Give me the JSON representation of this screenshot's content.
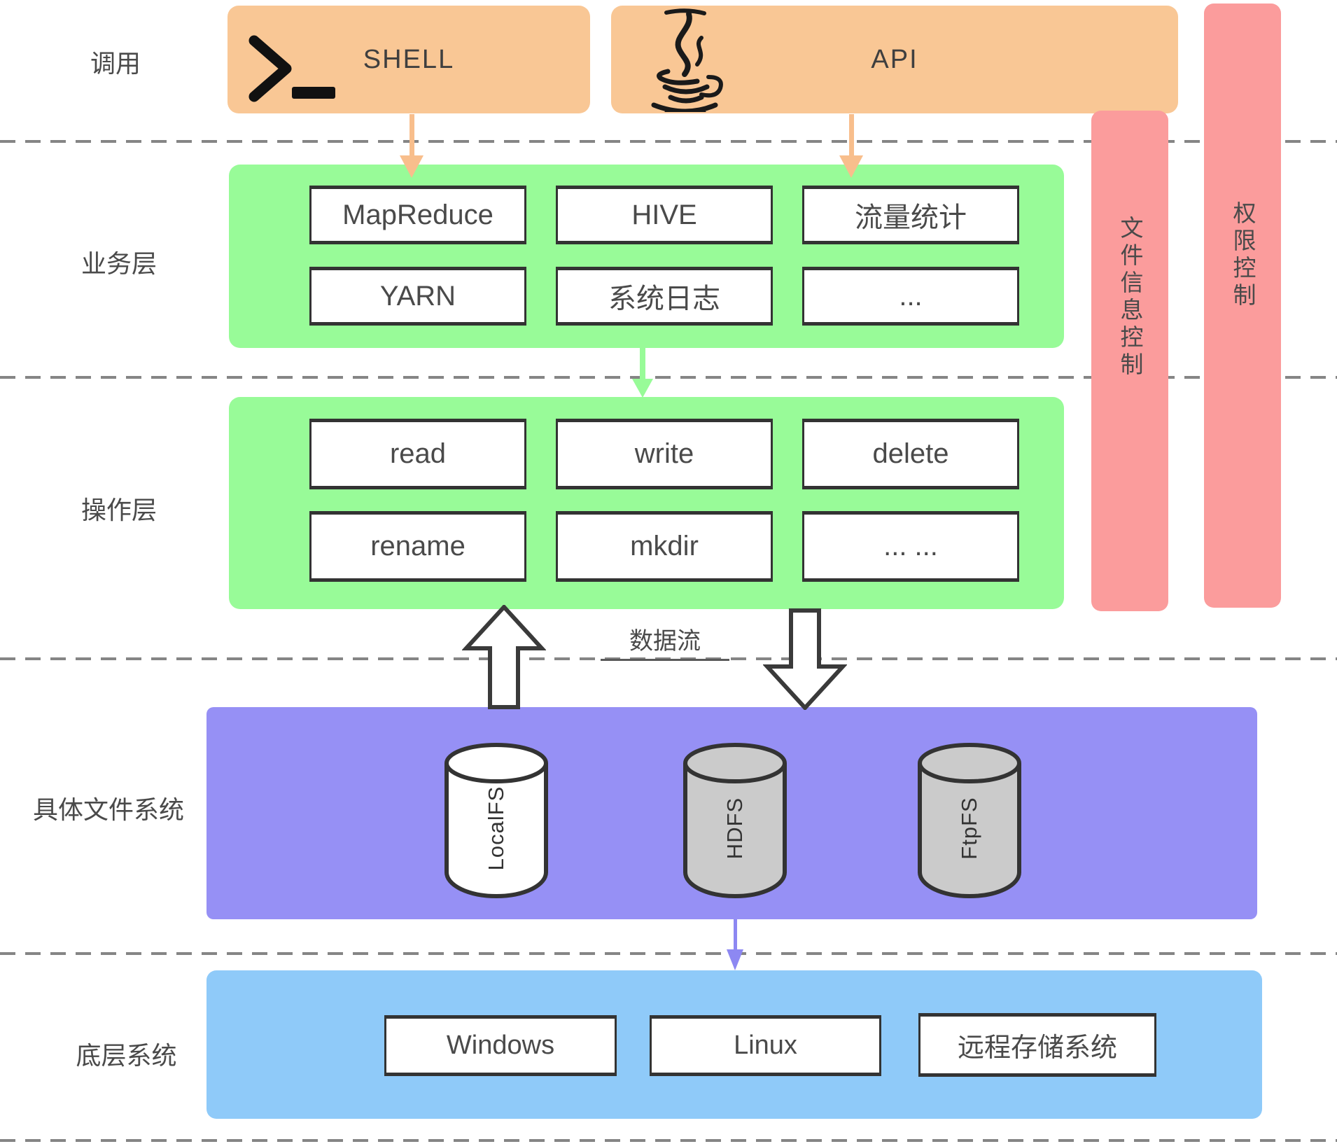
{
  "left_labels": {
    "invoke": "调用",
    "business": "业务层",
    "operation": "操作层",
    "filesystem": "具体文件系统",
    "base": "底层系统"
  },
  "invoke_row": {
    "shell": "SHELL",
    "api": "API",
    "shell_icon": "terminal-icon",
    "api_icon": "java-coffee-icon"
  },
  "business_boxes": [
    "MapReduce",
    "HIVE",
    "流量统计",
    "YARN",
    "系统日志",
    "..."
  ],
  "operation_boxes": [
    "read",
    "write",
    "delete",
    "rename",
    "mkdir",
    "... ..."
  ],
  "control_bars": {
    "file_info": "文件信息控制",
    "permission": "权限控制"
  },
  "data_flow": "数据流",
  "filesystems": [
    "LocalFS",
    "HDFS",
    "FtpFS"
  ],
  "base_systems": [
    "Windows",
    "Linux",
    "远程存储系统"
  ],
  "colors": {
    "orange": "#F9C795",
    "green": "#98FB98",
    "pink": "#FB9C9C",
    "purple": "#9690F5",
    "blue": "#8FCAF9",
    "cylinder_gray": "#CBCBCB",
    "border_dark": "#333333",
    "dash_gray": "#858585"
  }
}
